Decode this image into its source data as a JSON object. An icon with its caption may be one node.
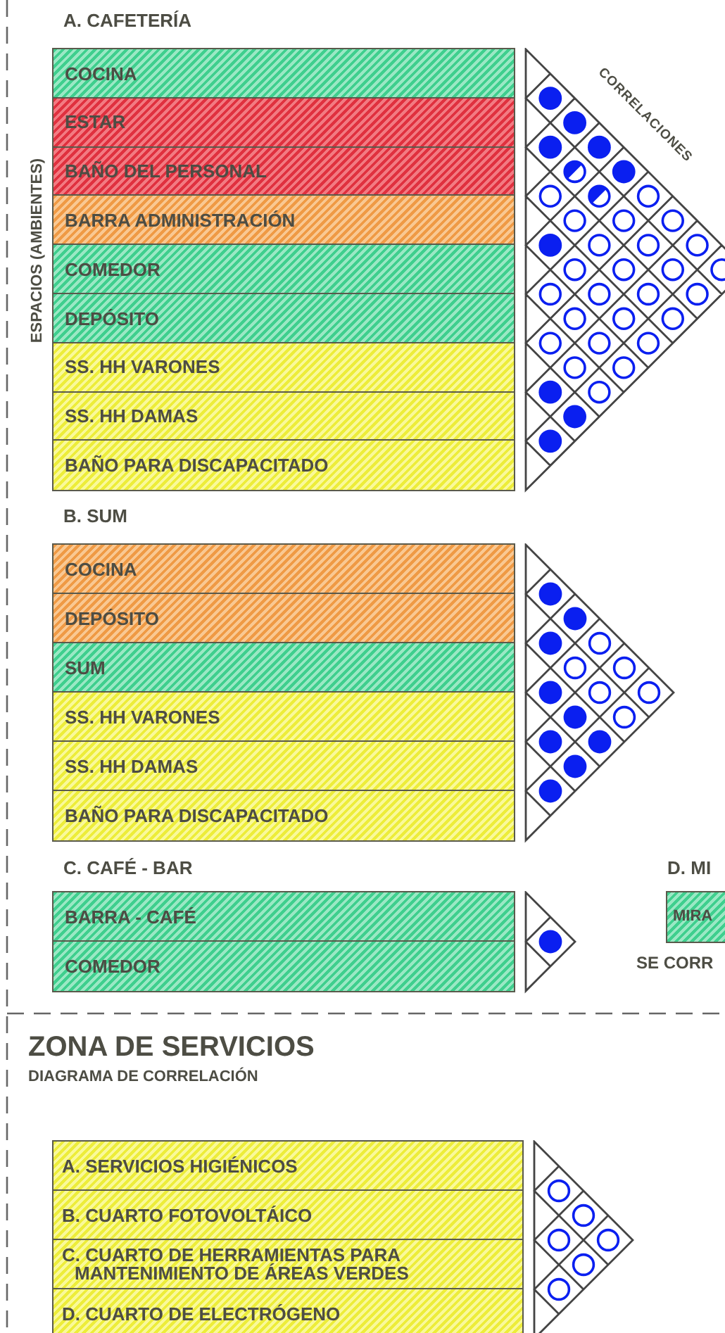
{
  "diagram": {
    "nodes": [
      {
        "text": [
          "COCINA"
        ]
      },
      {
        "text": [
          "ESTAR"
        ]
      },
      {
        "text": [
          "BAÑO DEL PERSONAL"
        ]
      },
      {
        "text": [
          "BARRA ADMINISTRACIÓN"
        ]
      },
      {
        "text": [
          "COMEDOR"
        ]
      },
      {
        "text": [
          "DEPÓSITO"
        ]
      },
      {
        "text": [
          "SS. HH VARONES"
        ]
      },
      {
        "text": [
          "SS. HH DAMAS"
        ]
      },
      {
        "text": [
          "BAÑO PARA DISCAPACITADO"
        ]
      },
      {
        "text": [
          "COCINA"
        ]
      },
      {
        "text": [
          "DEPÓSITO"
        ]
      },
      {
        "text": [
          "SUM"
        ]
      },
      {
        "text": [
          "SS. HH VARONES"
        ]
      },
      {
        "text": [
          "SS. HH DAMAS"
        ]
      },
      {
        "text": [
          "BAÑO PARA DISCAPACITADO"
        ]
      },
      {
        "text": [
          "BARRA - CAFÉ"
        ]
      },
      {
        "text": [
          "COMEDOR"
        ]
      },
      {
        "text": [
          "MIRA"
        ]
      },
      {
        "text": [
          "A. SERVICIOS HIGIÉNICOS"
        ]
      },
      {
        "text": [
          "B. CUARTO FOTOVOLTÁICO"
        ]
      },
      {
        "text": [
          "C. CUARTO DE HERRAMIENTAS PARA MANTENIMIENTO DE ÁREAS VERDES"
        ]
      },
      {
        "text": [
          "D. CUARTO DE ELECTRÓGENO"
        ]
      }
    ],
    "labels": [
      "A. CAFETERÍA",
      "ESPACIOS (AMBIENTES)",
      "CORRELACIONES",
      "B. SUM",
      "C. CAFÉ - BAR",
      "D. MI",
      "SE CORR",
      "ZONA DE SERVICIOS",
      "DIAGRAMA DE CORRELACIÓN"
    ]
  }
}
